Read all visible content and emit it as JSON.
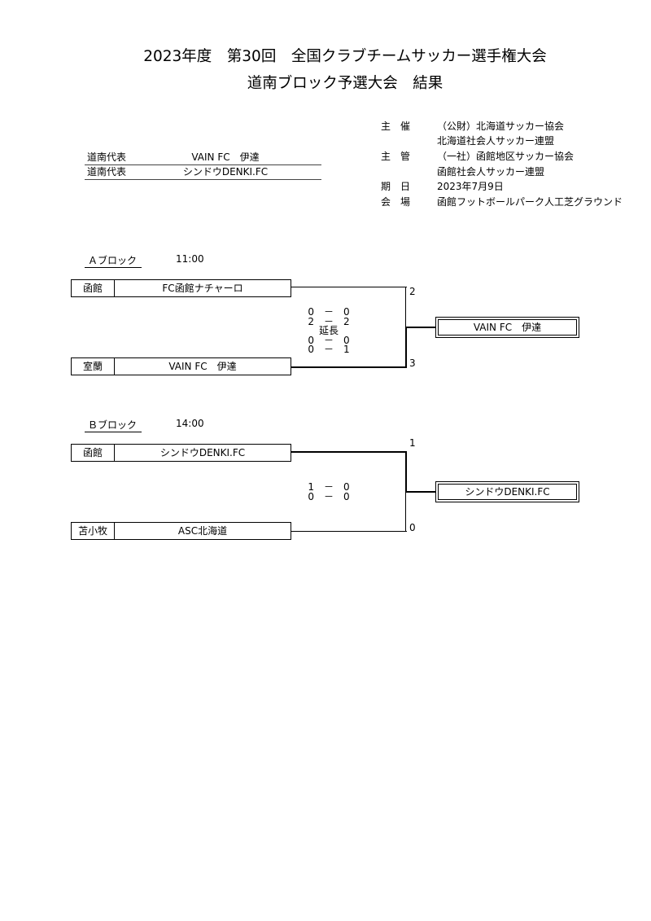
{
  "header": {
    "title_line1": "2023年度　第30回　全国クラブチームサッカー選手権大会",
    "title_line2": "道南ブロック予選大会　結果"
  },
  "info": {
    "organizer_label": "主　催",
    "organizer_1": "（公財）北海道サッカー協会",
    "organizer_2": "北海道社会人サッカー連盟",
    "manager_label": "主　管",
    "manager_1": "（一社）函館地区サッカー協会",
    "manager_2": "函館社会人サッカー連盟",
    "date_label": "期　日",
    "date_value": "2023年7月9日",
    "venue_label": "会　場",
    "venue_value": "函館フットボールパーク人工芝グラウンド"
  },
  "representatives": [
    {
      "label": "道南代表",
      "team": "VAIN FC　伊達"
    },
    {
      "label": "道南代表",
      "team": "シンドウDENKI.FC"
    }
  ],
  "blocks": [
    {
      "name": "Ａブロック",
      "time": "11:00",
      "team_top": {
        "region": "函館",
        "name": "FC函館ナチャーロ",
        "score": "2"
      },
      "team_bottom": {
        "region": "室蘭",
        "name": "VAIN FC　伊達",
        "score": "3"
      },
      "score_lines": [
        "0　－　0",
        "2　－　2",
        "延長",
        "0　－　0",
        "0　－　1"
      ],
      "winner": "VAIN FC　伊達"
    },
    {
      "name": "Ｂブロック",
      "time": "14:00",
      "team_top": {
        "region": "函館",
        "name": "シンドウDENKI.FC",
        "score": "1"
      },
      "team_bottom": {
        "region": "苫小牧",
        "name": "ASC北海道",
        "score": "0"
      },
      "score_lines": [
        "1　－　0",
        "0　－　0"
      ],
      "winner": "シンドウDENKI.FC"
    }
  ]
}
